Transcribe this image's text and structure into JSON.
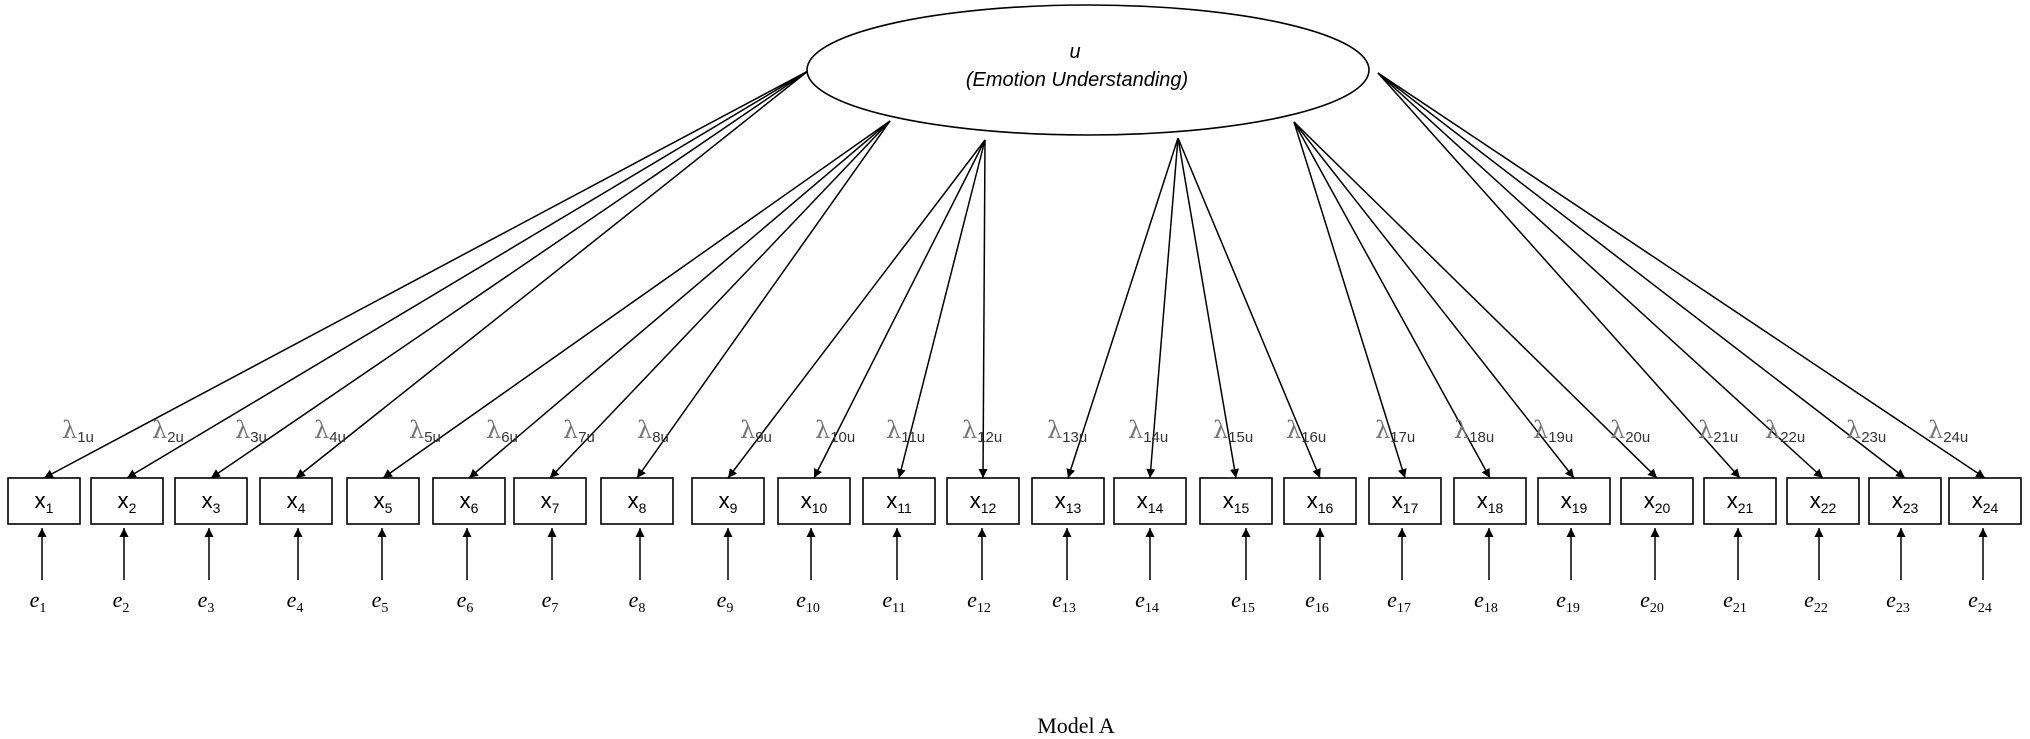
{
  "latent": {
    "symbol": "u",
    "name": "(Emotion Understanding)"
  },
  "caption": "Model A",
  "lambda_symbol": "λ",
  "observed": [
    {
      "label": "x",
      "sub": "1",
      "lambda_sub": "1u",
      "error": "e",
      "error_sub": "1"
    },
    {
      "label": "x",
      "sub": "2",
      "lambda_sub": "2u",
      "error": "e",
      "error_sub": "2"
    },
    {
      "label": "x",
      "sub": "3",
      "lambda_sub": "3u",
      "error": "e",
      "error_sub": "3"
    },
    {
      "label": "x",
      "sub": "4",
      "lambda_sub": "4u",
      "error": "e",
      "error_sub": "4"
    },
    {
      "label": "x",
      "sub": "5",
      "lambda_sub": "5u",
      "error": "e",
      "error_sub": "5"
    },
    {
      "label": "x",
      "sub": "6",
      "lambda_sub": "6u",
      "error": "e",
      "error_sub": "6"
    },
    {
      "label": "x",
      "sub": "7",
      "lambda_sub": "7u",
      "error": "e",
      "error_sub": "7"
    },
    {
      "label": "x",
      "sub": "8",
      "lambda_sub": "8u",
      "error": "e",
      "error_sub": "8"
    },
    {
      "label": "x",
      "sub": "9",
      "lambda_sub": "9u",
      "error": "e",
      "error_sub": "9"
    },
    {
      "label": "x",
      "sub": "10",
      "lambda_sub": "10u",
      "error": "e",
      "error_sub": "10"
    },
    {
      "label": "x",
      "sub": "11",
      "lambda_sub": "11u",
      "error": "e",
      "error_sub": "11"
    },
    {
      "label": "x",
      "sub": "12",
      "lambda_sub": "12u",
      "error": "e",
      "error_sub": "12"
    },
    {
      "label": "x",
      "sub": "13",
      "lambda_sub": "13u",
      "error": "e",
      "error_sub": "13"
    },
    {
      "label": "x",
      "sub": "14",
      "lambda_sub": "14u",
      "error": "e",
      "error_sub": "14"
    },
    {
      "label": "x",
      "sub": "15",
      "lambda_sub": "15u",
      "error": "e",
      "error_sub": "15"
    },
    {
      "label": "x",
      "sub": "16",
      "lambda_sub": "16u",
      "error": "e",
      "error_sub": "16"
    },
    {
      "label": "x",
      "sub": "17",
      "lambda_sub": "17u",
      "error": "e",
      "error_sub": "17"
    },
    {
      "label": "x",
      "sub": "18",
      "lambda_sub": "18u",
      "error": "e",
      "error_sub": "18"
    },
    {
      "label": "x",
      "sub": "19",
      "lambda_sub": "19u",
      "error": "e",
      "error_sub": "19"
    },
    {
      "label": "x",
      "sub": "20",
      "lambda_sub": "20u",
      "error": "e",
      "error_sub": "20"
    },
    {
      "label": "x",
      "sub": "21",
      "lambda_sub": "21u",
      "error": "e",
      "error_sub": "21"
    },
    {
      "label": "x",
      "sub": "22",
      "lambda_sub": "22u",
      "error": "e",
      "error_sub": "22"
    },
    {
      "label": "x",
      "sub": "23",
      "lambda_sub": "23u",
      "error": "e",
      "error_sub": "23"
    },
    {
      "label": "x",
      "sub": "24",
      "lambda_sub": "24u",
      "error": "e",
      "error_sub": "24"
    }
  ]
}
